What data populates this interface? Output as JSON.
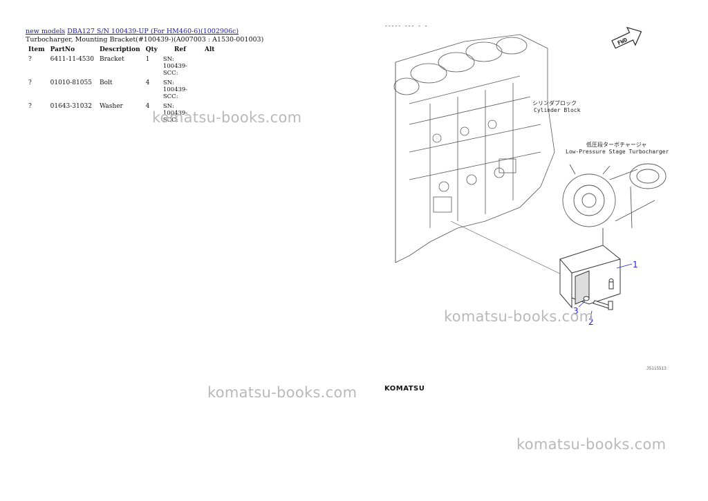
{
  "breadcrumb": {
    "link1": "new models",
    "link2": "DBA127 S/N 100439-UP (For HM460-6)(1002906c)"
  },
  "subtitle": "Turbocharger, Mounting Bracket(#100439-)(A007003 : A1530-001003)",
  "table": {
    "headers": [
      "Item",
      "PartNo",
      "Description",
      "Qty",
      "Ref",
      "Alt"
    ],
    "rows": [
      {
        "item": "?",
        "partno": "6411-11-4530",
        "description": "Bracket",
        "qty": "1",
        "ref": "SN: 100439-SCC:",
        "alt": ""
      },
      {
        "item": "?",
        "partno": "01010-81055",
        "description": "Bolt",
        "qty": "4",
        "ref": "SN: 100439-SCC:",
        "alt": ""
      },
      {
        "item": "?",
        "partno": "01643-31032",
        "description": "Washer",
        "qty": "4",
        "ref": "SN: 100439-SCC:",
        "alt": ""
      }
    ]
  },
  "watermark": "komatsu-books.com",
  "diagram": {
    "fwd_label": "FWD",
    "cylinder_block_jp": "シリンダブロック",
    "cylinder_block_en": "Cylinder Block",
    "turbo_jp": "低圧段ターボチャージャ",
    "turbo_en": "Low-Pressure Stage Turbocharger",
    "callouts": [
      "1",
      "2",
      "3"
    ],
    "figure_code": "J5115513",
    "top_mark": "-----  ---  - -"
  },
  "brand": "KOMATSU",
  "colors": {
    "link": "#1a1aa6",
    "callout": "#2222cc",
    "watermark": "#b9b9b9"
  }
}
